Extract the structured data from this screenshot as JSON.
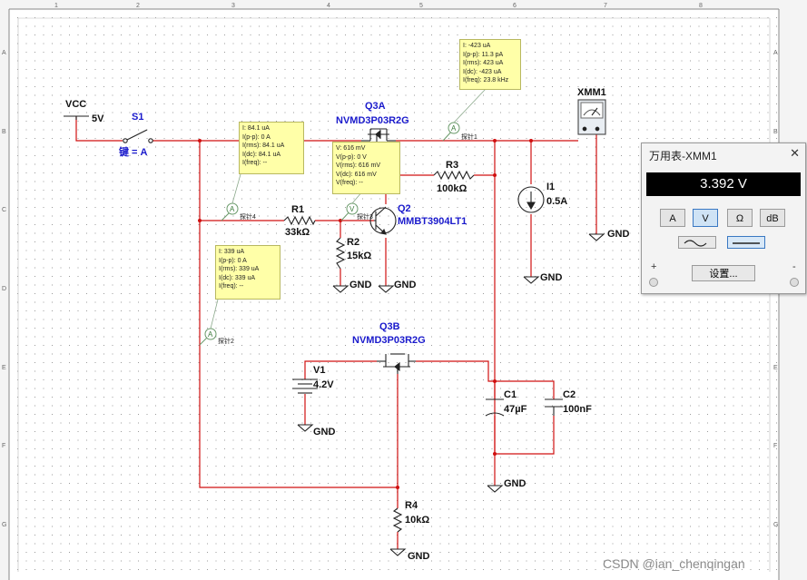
{
  "ruler": {
    "cols": [
      "1",
      "2",
      "3",
      "4",
      "5",
      "6",
      "7",
      "8"
    ],
    "rows": [
      "A",
      "B",
      "C",
      "D",
      "E",
      "F",
      "G"
    ]
  },
  "components": {
    "vcc": {
      "name": "VCC",
      "value": "5V"
    },
    "s1": {
      "name": "S1",
      "key": "键 = A"
    },
    "q3a": {
      "name": "Q3A",
      "model": "NVMD3P03R2G"
    },
    "q3b": {
      "name": "Q3B",
      "model": "NVMD3P03R2G"
    },
    "q2": {
      "name": "Q2",
      "model": "MMBT3904LT1"
    },
    "r1": {
      "name": "R1",
      "value": "33kΩ"
    },
    "r2": {
      "name": "R2",
      "value": "15kΩ"
    },
    "r3": {
      "name": "R3",
      "value": "100kΩ"
    },
    "r4": {
      "name": "R4",
      "value": "10kΩ"
    },
    "i1": {
      "name": "I1",
      "value": "0.5A"
    },
    "v1": {
      "name": "V1",
      "value": "4.2V"
    },
    "c1": {
      "name": "C1",
      "value": "47µF"
    },
    "c2": {
      "name": "C2",
      "value": "100nF"
    },
    "xmm1": {
      "name": "XMM1"
    },
    "gnd": "GND"
  },
  "probes": {
    "p1": {
      "tag": "探针1",
      "lines": [
        "I: -423 uA",
        "I(p-p): 11.3 pA",
        "I(rms): 423 uA",
        "I(dc): -423 uA",
        "I(freq): 23.8 kHz"
      ]
    },
    "p2": {
      "tag": "探针2",
      "lines": [
        "I: 339 uA",
        "I(p-p): 0 A",
        "I(rms): 339 uA",
        "I(dc): 339 uA",
        "I(freq): --"
      ]
    },
    "p3": {
      "tag": "探针3",
      "lines": [
        "V: 616 mV",
        "V(p-p): 0 V",
        "V(rms): 616 mV",
        "V(dc): 616 mV",
        "V(freq): --"
      ]
    },
    "p4": {
      "tag": "探针4",
      "lines": [
        "I: 84.1 uA",
        "I(p-p): 0 A",
        "I(rms): 84.1 uA",
        "I(dc): 84.1 uA",
        "I(freq): --"
      ]
    }
  },
  "multimeter": {
    "title": "万用表-XMM1",
    "close": "✕",
    "reading": "3.392 V",
    "modes": [
      "A",
      "V",
      "Ω",
      "dB"
    ],
    "active_mode": "V",
    "settings": "设置...",
    "plus": "+",
    "minus": "-"
  },
  "watermark": "CSDN @ian_chenqingan",
  "colors": {
    "wire": "#d01010",
    "label": "#1a1acc",
    "probe_bg": "#ffffa8",
    "grid_bg": "#ffffff"
  }
}
